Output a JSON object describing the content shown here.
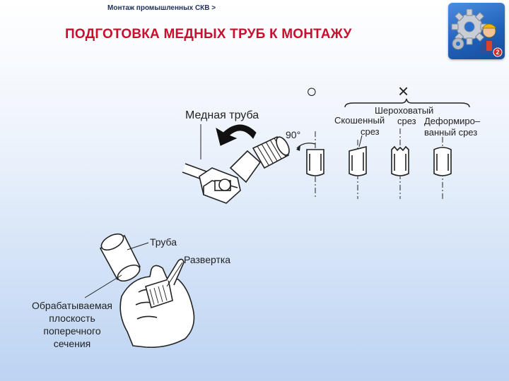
{
  "header": {
    "breadcrumb": "Монтаж промышленных СКВ >",
    "title": "ПОДГОТОВКА МЕДНЫХ ТРУБ К МОНТАЖУ",
    "logo_badge": "2"
  },
  "figure_top": {
    "copper_tube_label": "Медная труба",
    "good_symbol": "○",
    "bad_symbol": "×",
    "angle_label": "90°",
    "rough_cut_label": "Шероховатый",
    "rough_cut_label_2": "срез",
    "beveled_cut_label": "Скошенный",
    "beveled_cut_label_2": "срез",
    "deformed_cut_label": "Деформиро–",
    "deformed_cut_label_2": "ванный срез"
  },
  "figure_bottom": {
    "tube_label": "Труба",
    "reamer_label": "Развертка",
    "surface_label_1": "Обрабатываемая",
    "surface_label_2": "плоскость",
    "surface_label_3": "поперечного",
    "surface_label_4": "сечения"
  },
  "colors": {
    "title": "#c8102e",
    "breadcrumb": "#1f2f5a",
    "logo_bg": "#1d5fb8"
  }
}
